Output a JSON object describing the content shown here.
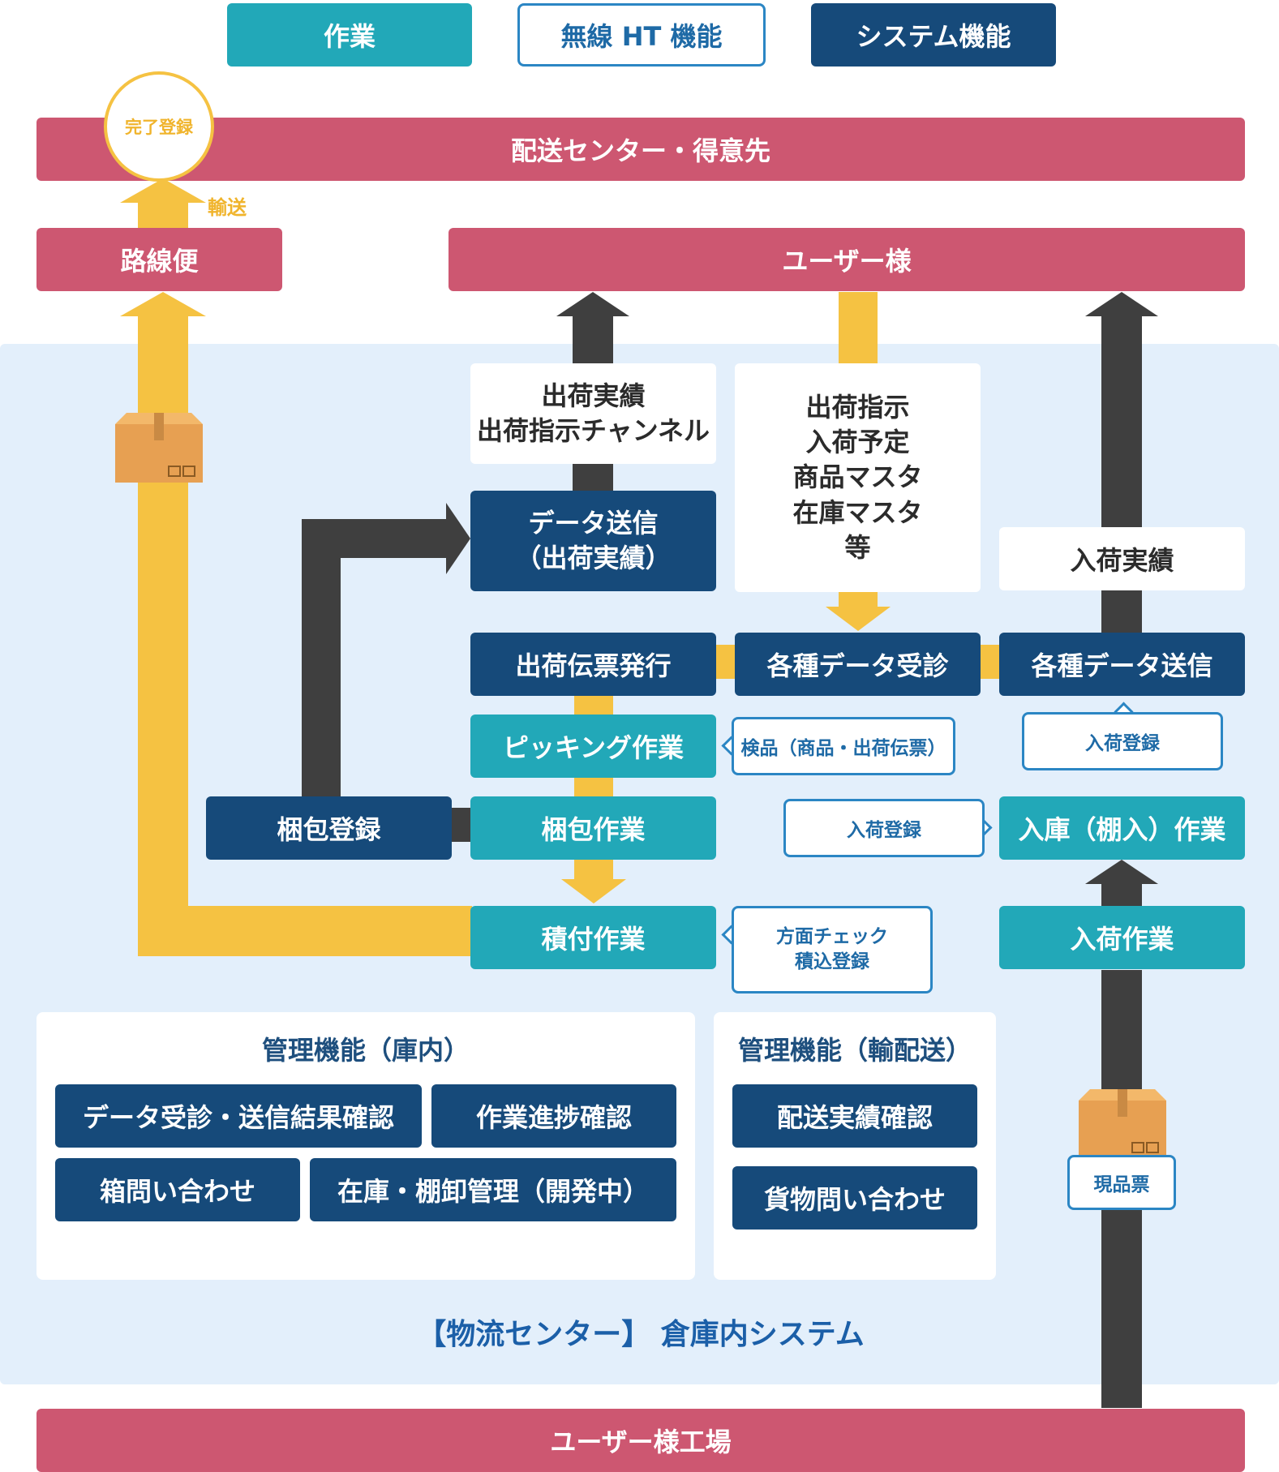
{
  "legend": {
    "work": "作業",
    "ht": "無線 HT 機能",
    "system": "システム機能"
  },
  "destinations": {
    "center": "配送センター・得意先",
    "complete": "完了登録",
    "transport": "輸送",
    "route": "路線便",
    "user": "ユーザー様",
    "factory": "ユーザー様工場"
  },
  "data_labels": {
    "shipment_result": "出荷実績\n出荷指示チャンネル",
    "instructions": "出荷指示\n入荷予定\n商品マスタ\n在庫マスタ\n等",
    "receipt_result": "入荷実績"
  },
  "system": {
    "data_send": "データ送信\n（出荷実績）",
    "slip_issue": "出荷伝票発行",
    "data_receive": "各種データ受診",
    "data_send2": "各種データ送信",
    "pack_register": "梱包登録"
  },
  "work": {
    "picking": "ピッキング作業",
    "packing": "梱包作業",
    "loading": "積付作業",
    "storage": "入庫（棚入）作業",
    "receiving": "入荷作業"
  },
  "ht": {
    "inspection": "検品（商品・出荷伝票）",
    "receipt_reg_top": "入荷登録",
    "receipt_reg_mid": "入荷登録",
    "direction": "方面チェック\n積込登録",
    "label": "現品票"
  },
  "mgmt_inner": {
    "title": "管理機能（庫内）",
    "items": [
      "データ受診・送信結果確認",
      "作業進捗確認",
      "箱問い合わせ",
      "在庫・棚卸管理（開発中）"
    ]
  },
  "mgmt_transport": {
    "title": "管理機能（輸配送）",
    "items": [
      "配送実績確認",
      "貨物問い合わせ"
    ]
  },
  "footer_title": "【物流センター】 倉庫内システム",
  "colors": {
    "pink": "#cd5771",
    "navy": "#164a7a",
    "teal": "#22a8b8",
    "yellow": "#f5c242",
    "dark": "#3f3f3f",
    "area": "#e3effb"
  }
}
